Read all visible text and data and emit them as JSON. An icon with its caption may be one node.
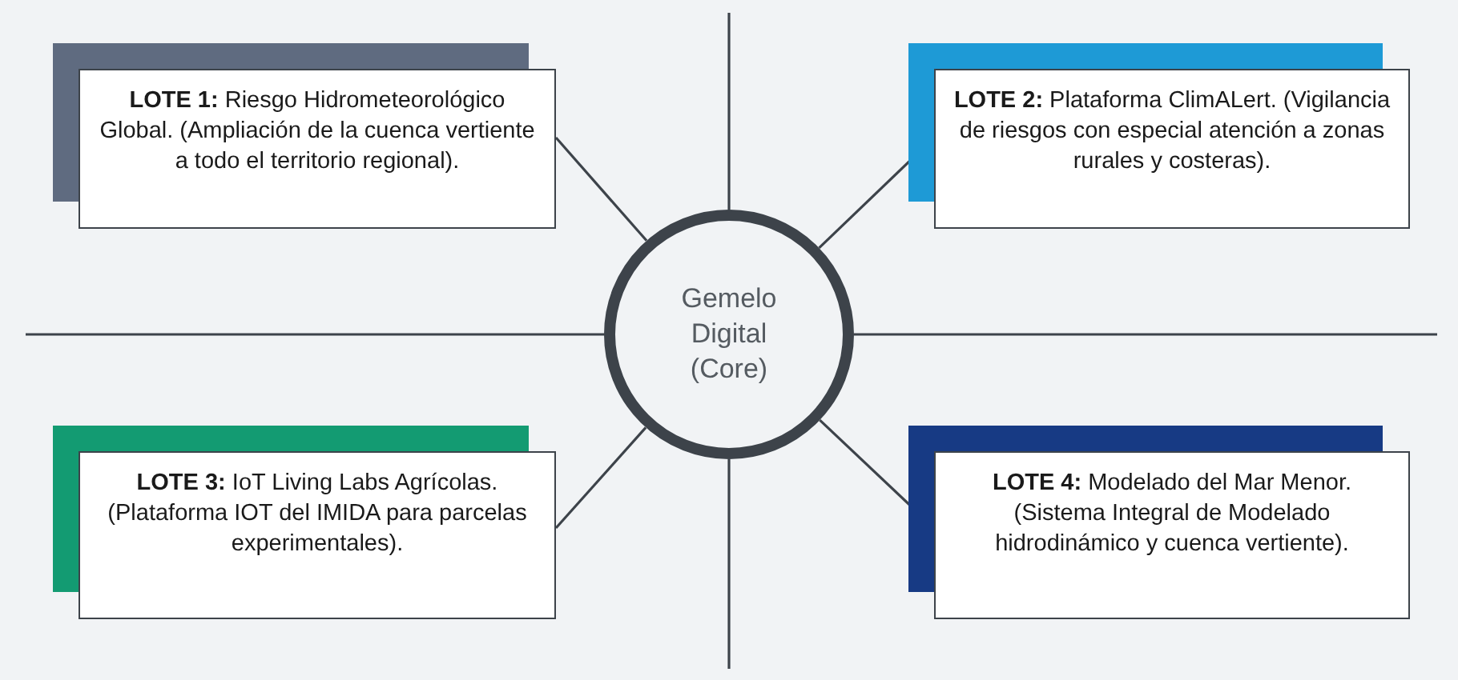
{
  "diagram": {
    "nodes": [
      {
        "text": [
          "**LOTE 1:** Riesgo Hidrometeorológico Global. (Ampliación de la cuenca vertiente a todo el territorio regional)."
        ]
      },
      {
        "text": [
          "**LOTE 2:** Plataforma ClimALert. (Vigilancia de riesgos con especial atención a zonas rurales y costeras)."
        ]
      },
      {
        "text": [
          "Gemelo Digital (Core)"
        ]
      },
      {
        "text": [
          "**LOTE 3:** IoT Living Labs Agrícolas. (Plataforma IOT del IMIDA para parcelas experimentales)."
        ]
      },
      {
        "text": [
          "**LOTE 4:** Modelado del Mar Menor. (Sistema Integral de Modelado hidrodinámico y cuenca vertiente)."
        ]
      }
    ],
    "edges": [
      {
        "from": 2,
        "to": 0,
        "arrow": "none"
      },
      {
        "from": 2,
        "to": 1,
        "arrow": "none"
      },
      {
        "from": 2,
        "to": 3,
        "arrow": "none"
      },
      {
        "from": 2,
        "to": 4,
        "arrow": "none"
      }
    ]
  }
}
